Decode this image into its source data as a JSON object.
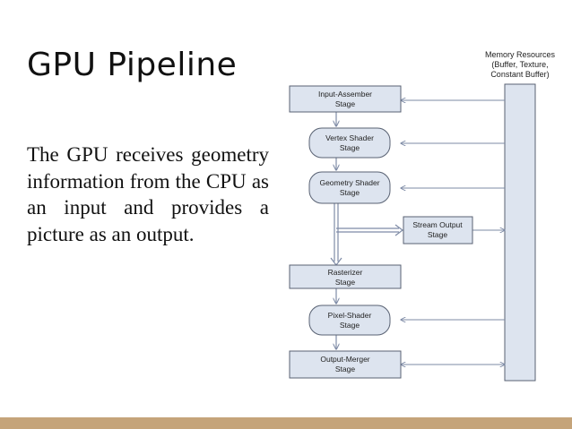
{
  "slide": {
    "title": "GPU Pipeline",
    "body": "The GPU receives geometry information from the CPU as an input and provides a picture as an output."
  },
  "diagram": {
    "memory": {
      "lines": [
        "Memory Resources",
        "(Buffer, Texture,",
        "Constant Buffer)"
      ]
    },
    "stages": [
      {
        "id": "input-assembler",
        "lines": [
          "Input-Assember",
          "Stage"
        ]
      },
      {
        "id": "vertex-shader",
        "lines": [
          "Vertex Shader",
          "Stage"
        ]
      },
      {
        "id": "geometry-shader",
        "lines": [
          "Geometry Shader",
          "Stage"
        ]
      },
      {
        "id": "rasterizer",
        "lines": [
          "Rasterizer",
          "Stage"
        ]
      },
      {
        "id": "pixel-shader",
        "lines": [
          "Pixel-Shader",
          "Stage"
        ]
      },
      {
        "id": "output-merger",
        "lines": [
          "Output-Merger",
          "Stage"
        ]
      }
    ],
    "stream_output": {
      "lines": [
        "Stream Output",
        "Stage"
      ]
    }
  },
  "colors": {
    "box_fill": "#dde4ef",
    "box_stroke": "#596273",
    "arrow": "#7e8ba6",
    "accent_bar": "#c5a47a"
  }
}
